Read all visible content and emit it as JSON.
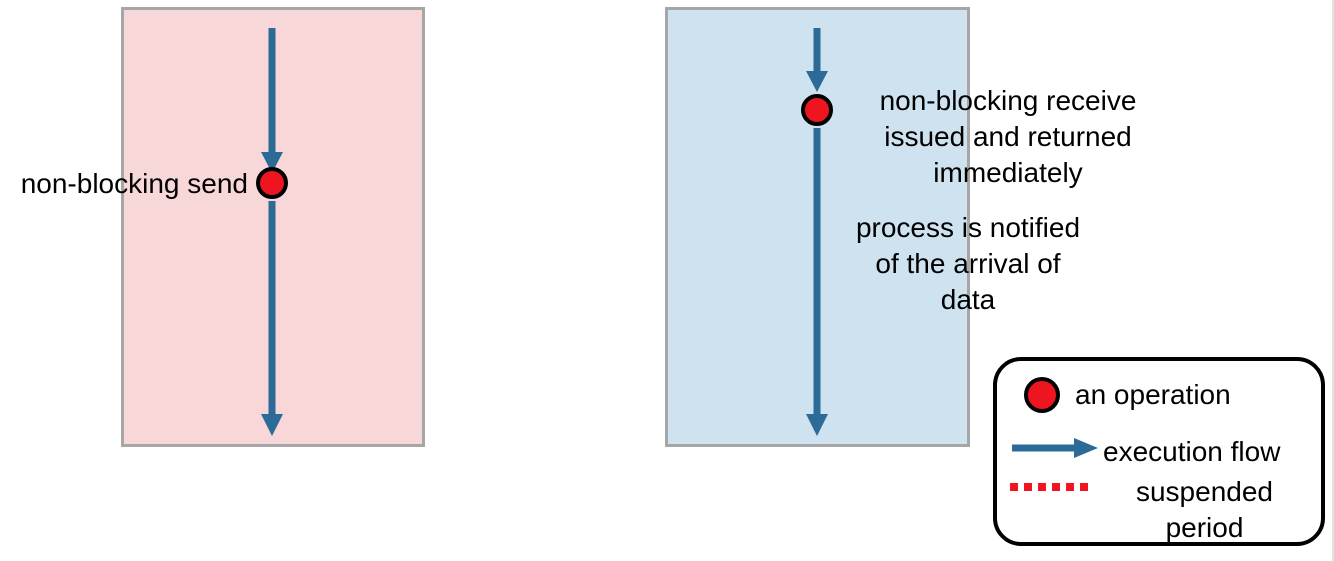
{
  "diagram": {
    "send_panel": {
      "label": "non-blocking send"
    },
    "receive_panel": {
      "annotation_receive": "non-blocking receive\nissued and returned\nimmediately",
      "annotation_notify": "process is notified\nof the arrival of\ndata"
    },
    "legend": {
      "items": [
        {
          "symbol": "operation-circle",
          "label": "an operation"
        },
        {
          "symbol": "execution-flow-arrow",
          "label": "execution flow"
        },
        {
          "symbol": "suspended-period-dots",
          "label": "suspended\nperiod"
        }
      ]
    }
  },
  "colors": {
    "send_panel_fill": "#f7d7d7",
    "receive_panel_fill": "#cee2f0",
    "panel_border": "#a6a6a6",
    "flow_blue": "#2c6a97",
    "operation_red": "#ee1420",
    "legend_border": "#000000",
    "text_color": "#000000",
    "canvas_bg": "#ffffff"
  }
}
